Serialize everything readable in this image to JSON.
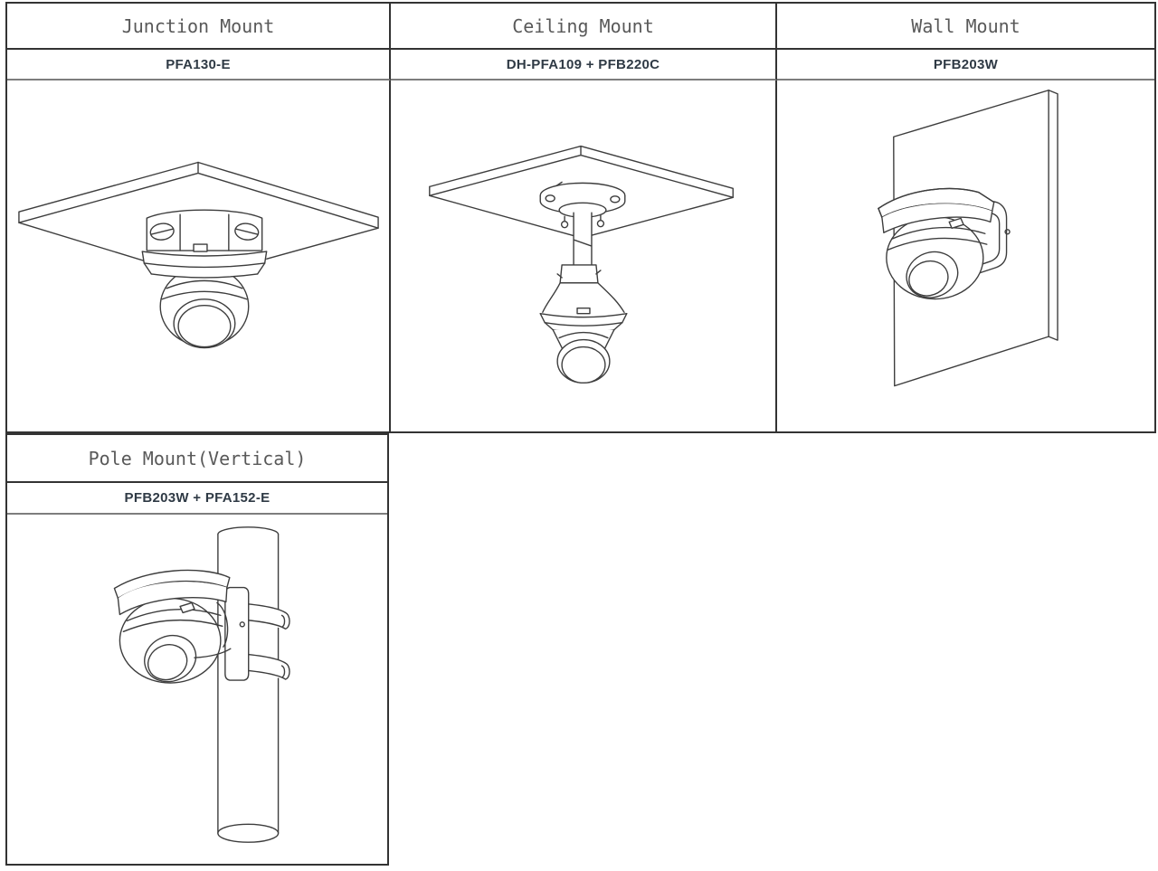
{
  "table": {
    "sections": [
      {
        "cells": [
          {
            "title": "Junction Mount",
            "model": "PFA130-E",
            "drawing": "junction-mount-line-drawing"
          },
          {
            "title": "Ceiling Mount",
            "model": "DH-PFA109 + PFB220C",
            "drawing": "ceiling-mount-line-drawing"
          },
          {
            "title": "Wall Mount",
            "model": "PFB203W",
            "drawing": "wall-mount-line-drawing"
          }
        ]
      },
      {
        "cells": [
          {
            "title": "Pole Mount(Vertical)",
            "model": "PFB203W + PFA152-E",
            "drawing": "pole-mount-line-drawing"
          }
        ]
      }
    ]
  },
  "colors": {
    "border": "#333333",
    "model_divider": "#7d7d7d",
    "title_text": "#595959",
    "model_text": "#2f3a45",
    "line_art": "#3d3d3d",
    "background": "#ffffff"
  }
}
